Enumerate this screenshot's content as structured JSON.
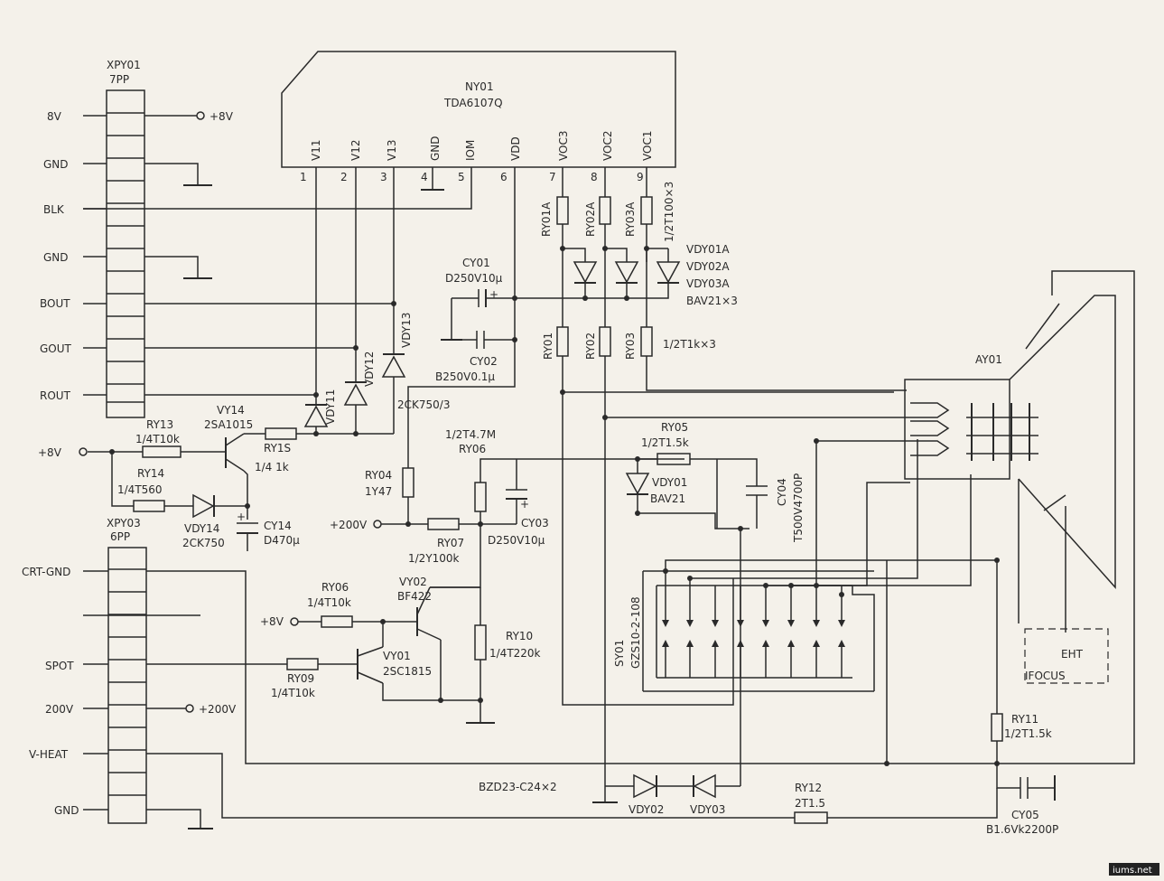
{
  "connectors": {
    "xpy01": {
      "ref": "XPY01",
      "type": "7PP",
      "pins": [
        "8V",
        "GND",
        "BLK",
        "GND",
        "BOUT",
        "GOUT",
        "ROUT"
      ],
      "net_8v": "+8V"
    },
    "xpy03": {
      "ref": "XPY03",
      "type": "6PP",
      "pins": [
        "CRT-GND",
        "SPOT",
        "200V",
        "V-HEAT",
        "GND"
      ],
      "net_200v": "+200V"
    }
  },
  "ic": {
    "ref": "NY01",
    "part": "TDA6107Q",
    "pin_names": [
      "V11",
      "V12",
      "V13",
      "GND",
      "IOM",
      "VDD",
      "VOC3",
      "VOC2",
      "VOC1"
    ],
    "pin_numbers": [
      "1",
      "2",
      "3",
      "4",
      "5",
      "6",
      "7",
      "8",
      "9"
    ]
  },
  "top": {
    "ry01a": "RY01A",
    "ry02a": "RY02A",
    "ry03a": "RY03A",
    "ry0xa_val": "1/2T100×3",
    "vdy01a": "VDY01A",
    "vdy02a": "VDY02A",
    "vdy03a": "VDY03A",
    "bav21x3": "BAV21×3",
    "cy01": "CY01",
    "cy01_val": "D250V10μ",
    "cy02": "CY02",
    "cy02_val": "B250V0.1μ",
    "ry01": "RY01",
    "ry02": "RY02",
    "ry03": "RY03",
    "ry0x_val": "1/2T1k×3",
    "vdy11": "VDY11",
    "vdy12": "VDY12",
    "vdy13": "VDY13"
  },
  "left": {
    "ry13": "RY13",
    "ry13_val": "1/4T10k",
    "vy14": "VY14",
    "vy14_part": "2SA1015",
    "ry15": "RY1S",
    "ry15_val": "1/4 1k",
    "ry14": "RY14",
    "ry14_val": "1/4T560",
    "vdy14": "VDY14",
    "vdy14_part": "2CK750",
    "cy14": "CY14",
    "cy14_val": "D470μ",
    "plus8v": "+8V"
  },
  "middle": {
    "d2ck750": "2CK750/3",
    "ry06_val": "1/2T4.7M",
    "ry06": "RY06",
    "ry04": "RY04",
    "ry04_val": "1Y47",
    "plus200v": "+200V",
    "ry07": "RY07",
    "ry07_val": "1/2Y100k",
    "cy03": "CY03",
    "cy03_val": "D250V10μ",
    "ry05": "RY05",
    "ry05_val": "1/2T1.5k",
    "vdy01": "VDY01",
    "vdy01_part": "BAV21",
    "cy04": "CY04",
    "cy04_val": "T500V4700P"
  },
  "bottom": {
    "ry06b": "RY06",
    "ry06b_val": "1/4T10k",
    "plus8v": "+8V",
    "vy02": "VY02",
    "vy02_part": "BF422",
    "ry09": "RY09",
    "ry09_val": "1/4T10k",
    "vy01": "VY01",
    "vy01_part": "2SC1815",
    "ry10": "RY10",
    "ry10_val": "1/4T220k",
    "sy01": "SY01",
    "sy01_part": "GZS10-2-108",
    "bzd": "BZD23-C24×2",
    "vdy02": "VDY02",
    "vdy03": "VDY03",
    "ry12": "RY12",
    "ry12_val": "2T1.5"
  },
  "crt": {
    "ay01": "AY01",
    "ry11": "RY11",
    "ry11_val": "1/2T1.5k",
    "cy05": "CY05",
    "cy05_val": "B1.6Vk2200P",
    "eht": "EHT",
    "focus": "IFOCUS"
  },
  "watermark": "iums.net"
}
